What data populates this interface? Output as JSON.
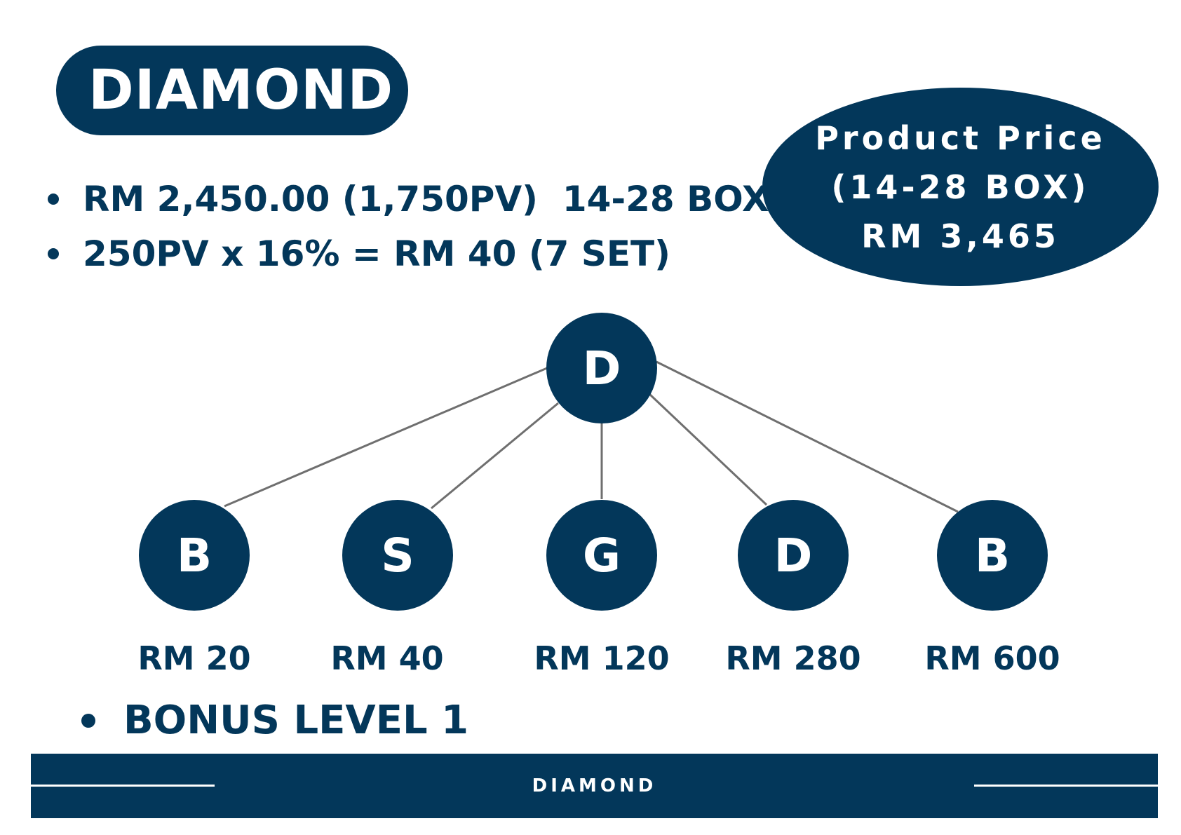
{
  "title": "DIAMOND",
  "bullets": [
    "RM 2,450.00 (1,750PV)  14-28 BOX",
    "250PV x 16% = RM 40 (7 SET)"
  ],
  "price_box": {
    "line1": "Product Price",
    "line2": "(14-28 BOX)",
    "line3": "RM 3,465"
  },
  "tree": {
    "root": "D",
    "children": [
      {
        "letter": "B",
        "amount": "RM 20"
      },
      {
        "letter": "S",
        "amount": "RM 40"
      },
      {
        "letter": "G",
        "amount": "RM 120"
      },
      {
        "letter": "D",
        "amount": "RM 280"
      },
      {
        "letter": "B",
        "amount": "RM 600"
      }
    ]
  },
  "bonus_label": "BONUS LEVEL 1",
  "footer_label": "DIAMOND",
  "colors": {
    "primary": "#03375a",
    "connector": "#6f6f6f",
    "background": "#ffffff"
  }
}
